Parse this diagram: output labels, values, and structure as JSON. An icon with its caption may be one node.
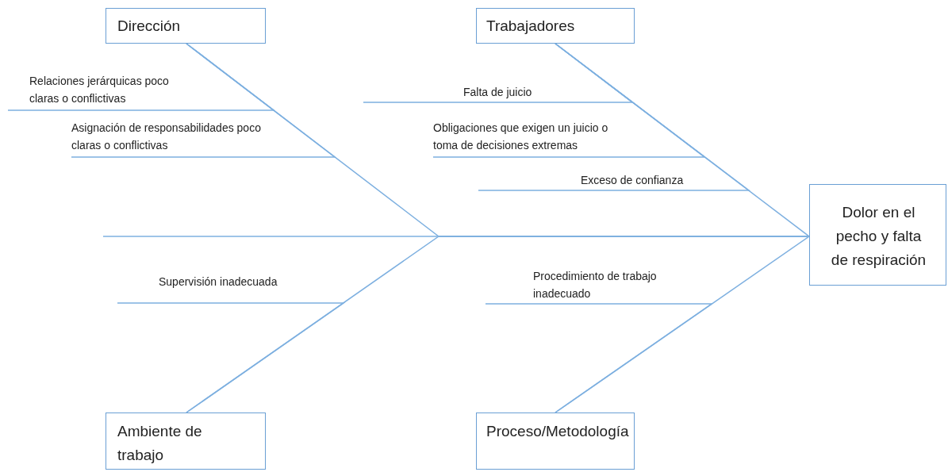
{
  "diagram": {
    "nodes": [
      {
        "text": [
          "Dirección"
        ]
      },
      {
        "text": [
          "Trabajadores"
        ]
      },
      {
        "text": [
          "Dolor en el pecho y falta de respiración"
        ]
      },
      {
        "text": [
          "Ambiente de trabajo"
        ]
      },
      {
        "text": [
          "Proceso/Metodología"
        ]
      },
      {
        "text": [
          "Relaciones jerárquicas poco claras o conflictivas"
        ]
      },
      {
        "text": [
          "Asignación de responsabilidades poco claras o conflictivas"
        ]
      },
      {
        "text": [
          "Falta de juicio"
        ]
      },
      {
        "text": [
          "Obligaciones que exigen un juicio o toma de decisiones extremas"
        ]
      },
      {
        "text": [
          "Exceso de confianza"
        ]
      },
      {
        "text": [
          "Supervisión inadecuada"
        ]
      },
      {
        "text": [
          "Procedimiento de trabajo inadecuado"
        ]
      }
    ],
    "edges": [
      {
        "from": null,
        "to": 2,
        "arrow": "none"
      },
      {
        "from": 0,
        "to": 2,
        "arrow": "none"
      },
      {
        "from": 1,
        "to": 2,
        "arrow": "none"
      },
      {
        "from": 3,
        "to": 2,
        "arrow": "none"
      },
      {
        "from": 4,
        "to": 2,
        "arrow": "none"
      },
      {
        "from": 5,
        "to": 0,
        "arrow": "none"
      },
      {
        "from": 6,
        "to": 0,
        "arrow": "none"
      },
      {
        "from": 7,
        "to": 1,
        "arrow": "none"
      },
      {
        "from": 8,
        "to": 1,
        "arrow": "none"
      },
      {
        "from": 9,
        "to": 1,
        "arrow": "none"
      },
      {
        "from": 10,
        "to": 3,
        "arrow": "none"
      },
      {
        "from": 11,
        "to": 4,
        "arrow": "none"
      }
    ]
  }
}
